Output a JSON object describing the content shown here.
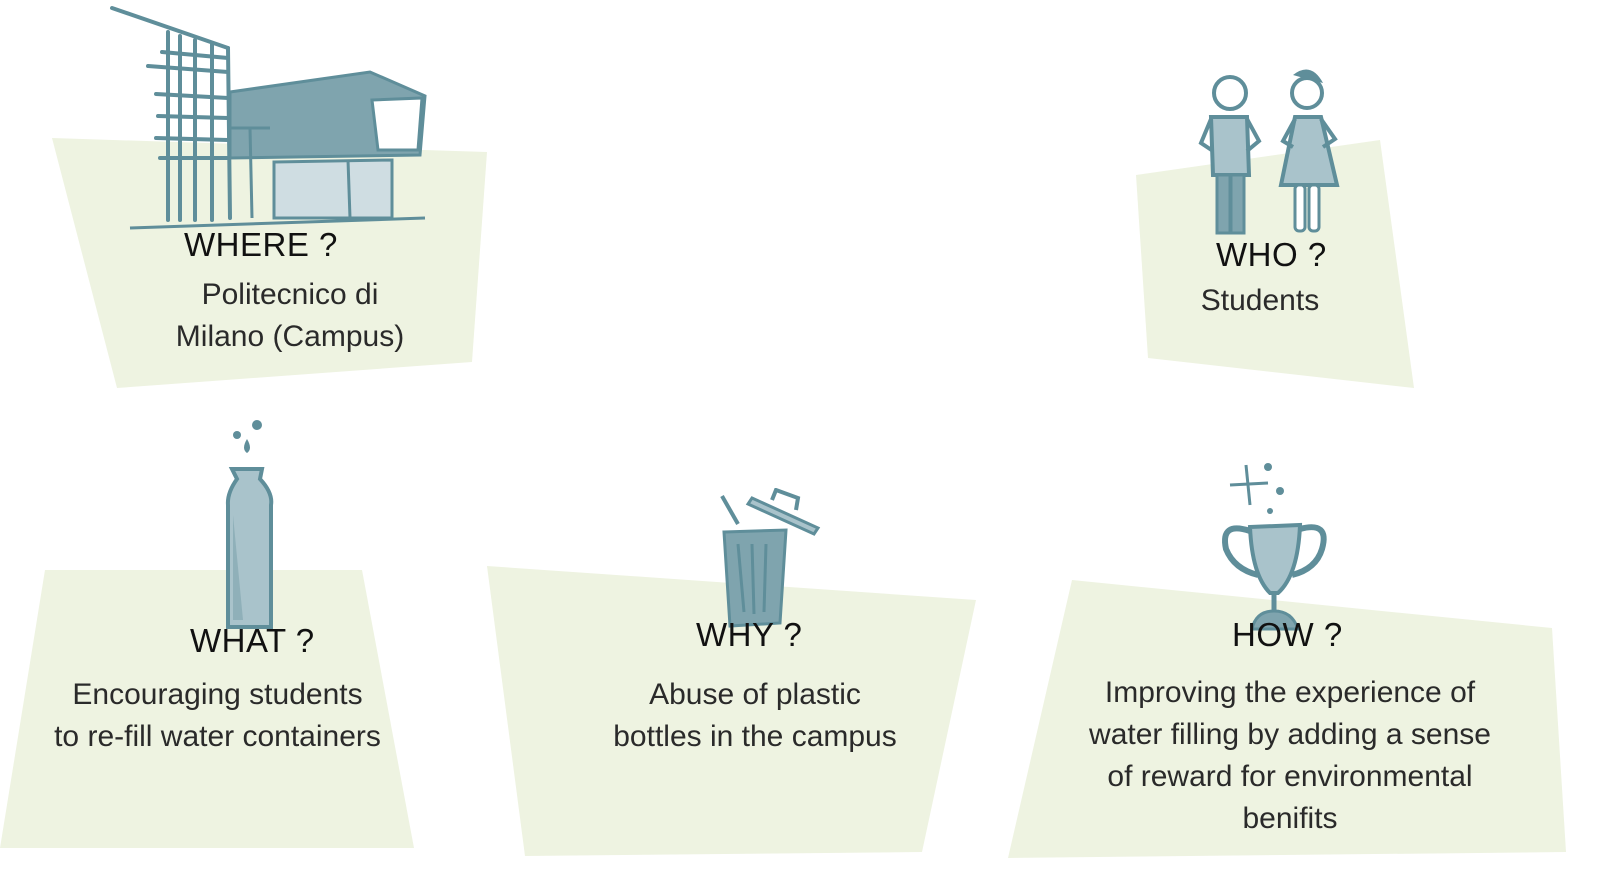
{
  "colors": {
    "card_fill": "#eef3e1",
    "ink": "#5f8e9a",
    "fill_dark": "#7fa4ae",
    "fill_light": "#cfdde2",
    "text": "#111111"
  },
  "cards": {
    "where": {
      "icon": "building-icon",
      "title": "WHERE ?",
      "lines": [
        "Politecnico di",
        "Milano (Campus)"
      ]
    },
    "who": {
      "icon": "students-icon",
      "title": "WHO ?",
      "lines": [
        "Students"
      ]
    },
    "what": {
      "icon": "bottle-icon",
      "title": "WHAT ?",
      "lines": [
        "Encouraging students",
        "to re-fill water containers"
      ]
    },
    "why": {
      "icon": "trash-can-icon",
      "title": "WHY ?",
      "lines": [
        "Abuse of plastic",
        "bottles in the campus"
      ]
    },
    "how": {
      "icon": "trophy-icon",
      "title": "HOW ?",
      "lines": [
        "Improving the experience of",
        "water filling by adding a sense",
        "of reward for environmental",
        "benifits"
      ]
    }
  }
}
